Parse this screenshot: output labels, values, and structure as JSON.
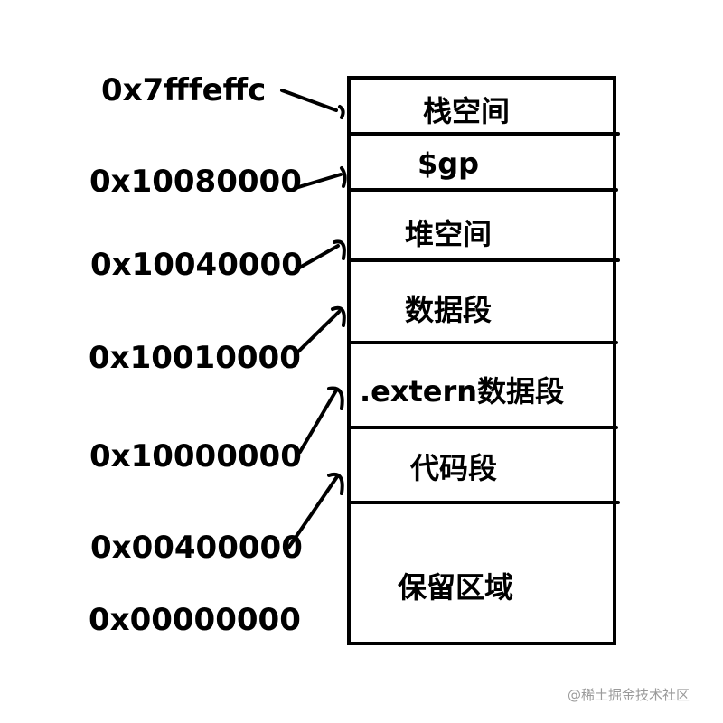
{
  "segments": [
    {
      "label": "栈空间"
    },
    {
      "label": "$gp"
    },
    {
      "label": "堆空间"
    },
    {
      "label": "数据段"
    },
    {
      "label": ".extern数据段"
    },
    {
      "label": "代码段"
    },
    {
      "label": "保留区域"
    }
  ],
  "addresses": [
    {
      "label": "0x7fffeffc"
    },
    {
      "label": "0x10080000"
    },
    {
      "label": "0x10040000"
    },
    {
      "label": "0x10010000"
    },
    {
      "label": "0x10000000"
    },
    {
      "label": "0x00400000"
    },
    {
      "label": "0x00000000"
    }
  ],
  "watermark": "@稀土掘金技术社区"
}
